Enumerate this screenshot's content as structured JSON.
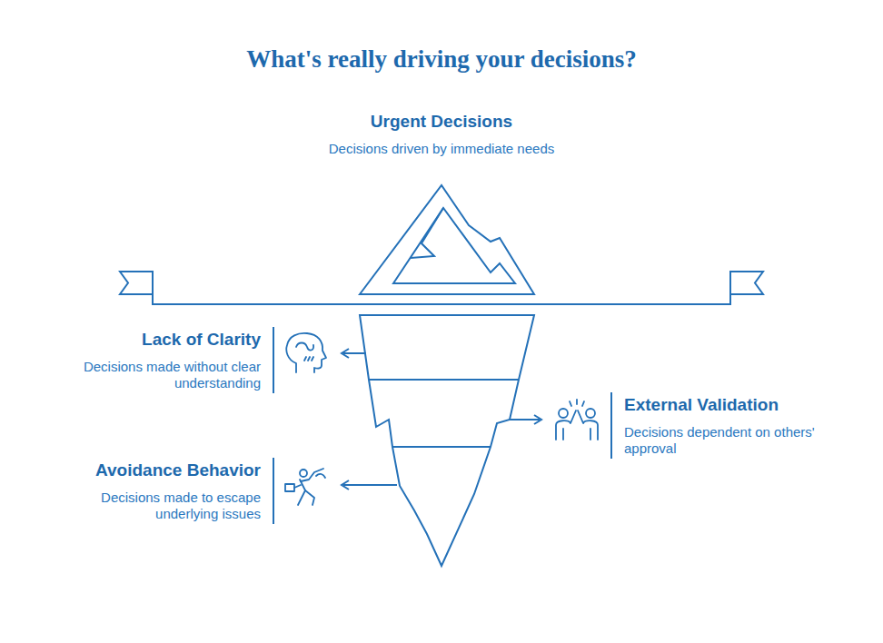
{
  "diagram": {
    "title": "What's really driving your decisions?",
    "nodes": [
      {
        "text": [
          "Urgent Decisions",
          "Decisions driven by immediate needs"
        ]
      },
      {
        "text": [
          "Lack of Clarity",
          "Decisions made without clear understanding"
        ]
      },
      {
        "text": [
          "External Validation",
          "Decisions dependent on others' approval"
        ]
      },
      {
        "text": [
          "Avoidance Behavior",
          "Decisions made to escape underlying issues"
        ]
      }
    ]
  }
}
